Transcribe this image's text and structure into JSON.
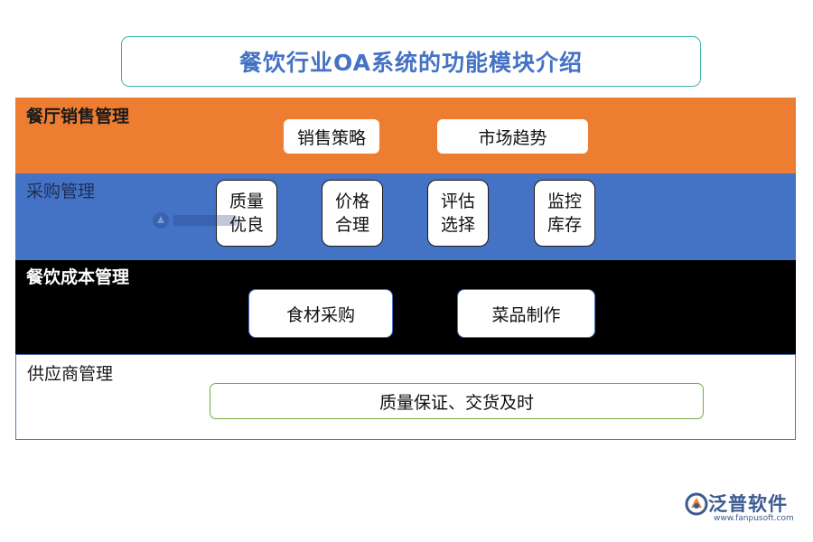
{
  "title": "餐饮行业OA系统的功能模块介绍",
  "bands": {
    "sales": {
      "label": "餐厅销售管理",
      "items": [
        "销售策略",
        "市场趋势"
      ],
      "color": "#ed7d31"
    },
    "purchase": {
      "label": "采购管理",
      "items": [
        {
          "line1": "质量",
          "line2": "优良"
        },
        {
          "line1": "价格",
          "line2": "合理"
        },
        {
          "line1": "评估",
          "line2": "选择"
        },
        {
          "line1": "监控",
          "line2": "库存"
        }
      ],
      "color": "#4472c4"
    },
    "cost": {
      "label": "餐饮成本管理",
      "items": [
        "食材采购",
        "菜品制作"
      ],
      "color": "#000000"
    },
    "supplier": {
      "label": "供应商管理",
      "items": [
        "质量保证、交货及时"
      ]
    }
  },
  "logo": {
    "name": "泛普软件",
    "url": "www.fanpusoft.com",
    "icon": "fanpu-logo-icon"
  }
}
